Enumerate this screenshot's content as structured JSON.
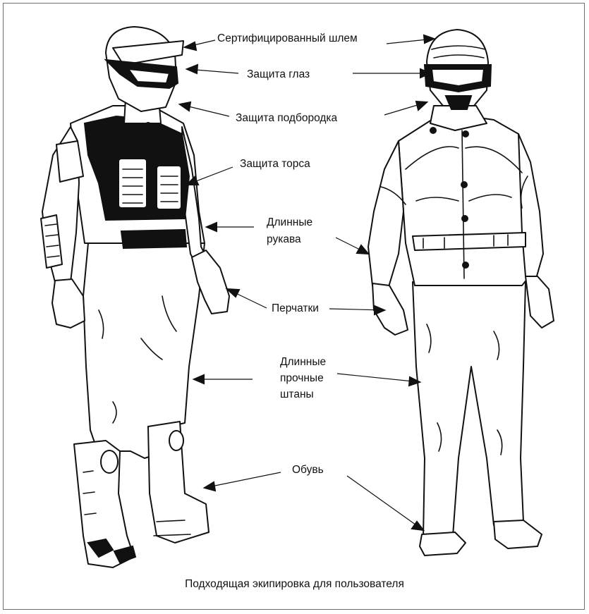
{
  "labels": {
    "helmet": "Сертифицированный шлем",
    "eyes": "Защита глаз",
    "chin": "Защита подбородка",
    "torso": "Защита торса",
    "sleeves": [
      "Длинные",
      "рукава"
    ],
    "gloves": "Перчатки",
    "pants": [
      "Длинные",
      "прочные",
      "штаны"
    ],
    "shoes": "Обувь"
  },
  "caption": "Подходящая экипировка для пользователя"
}
